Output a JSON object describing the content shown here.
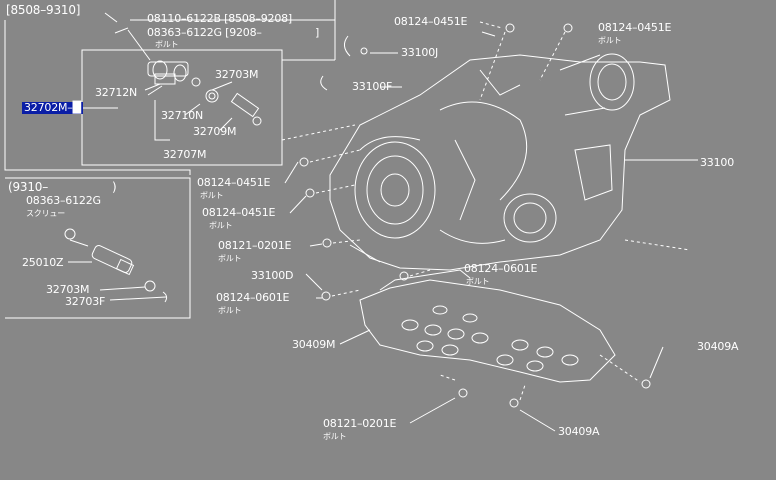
{
  "diagram": {
    "background": "#878787",
    "line_color": "#ffffff",
    "highlight_color": "#0a1ea6",
    "labels": {
      "hdr1": "[8508–9310]",
      "b1a": "08110–6122B [8508–9208]",
      "b1b": "08363–6122G [9208–",
      "b1b_end": "]",
      "b1c": "ボルト",
      "p32712n": "32712N",
      "p32703m": "32703M",
      "p32710n": "32710N",
      "p32709m": "32709M",
      "p32707m": "32707M",
      "p32702m": "32702M",
      "hdr2": "(9310–",
      "hdr2_end": ")",
      "b2a": "08363–6122G",
      "b2b": "スクリュー",
      "p25010z": "25010Z",
      "p32703m_b": "32703M",
      "p32703f": "32703F",
      "p08124_top": "08124–0451E",
      "p08124_tr": "08124–0451E",
      "p08124_tr_sub": "ボルト",
      "p33100j": "33100J",
      "p33100f": "33100F",
      "p33100": "33100",
      "p08124_l1": "08124–0451E",
      "p08124_l1_sub": "ボルト",
      "p08124_l2": "08124–0451E",
      "p08124_l2_sub": "ボルト",
      "p08121_a": "08121–0201E",
      "p08121_a_sub": "ボルト",
      "p33100d": "33100D",
      "p08124_0601_l": "08124–0601E",
      "p08124_0601_l_sub": "ボルト",
      "p08124_0601_r": "08124–0601E",
      "p08124_0601_r_sub": "ボルト",
      "p30409m": "30409M",
      "p30409a_r": "30409A",
      "p30409a_b": "30409A",
      "p08121_b": "08121–0201E",
      "p08121_b_sub": "ボルト"
    }
  }
}
